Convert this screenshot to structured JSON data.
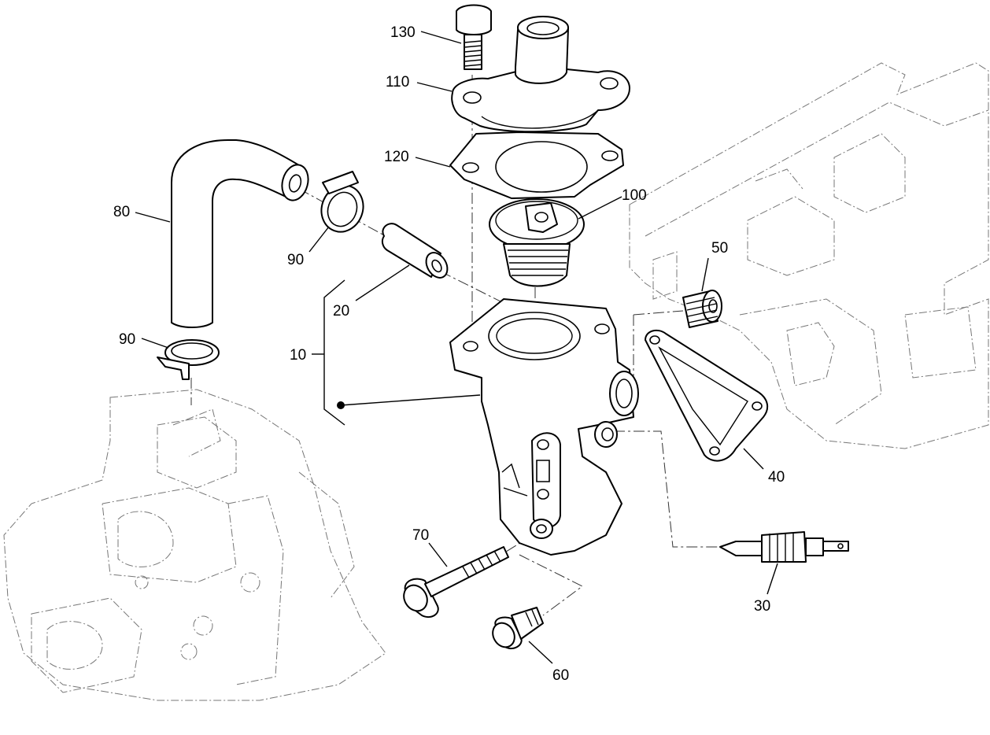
{
  "diagram": {
    "callouts": [
      {
        "id": "c130",
        "text": "130"
      },
      {
        "id": "c110",
        "text": "110"
      },
      {
        "id": "c120",
        "text": "120"
      },
      {
        "id": "c100",
        "text": "100"
      },
      {
        "id": "c80",
        "text": "80"
      },
      {
        "id": "c90a",
        "text": "90"
      },
      {
        "id": "c90b",
        "text": "90"
      },
      {
        "id": "c20",
        "text": "20"
      },
      {
        "id": "c10",
        "text": "10"
      },
      {
        "id": "c50",
        "text": "50"
      },
      {
        "id": "c40",
        "text": "40"
      },
      {
        "id": "c70",
        "text": "70"
      },
      {
        "id": "c30",
        "text": "30"
      },
      {
        "id": "c60",
        "text": "60"
      }
    ]
  }
}
